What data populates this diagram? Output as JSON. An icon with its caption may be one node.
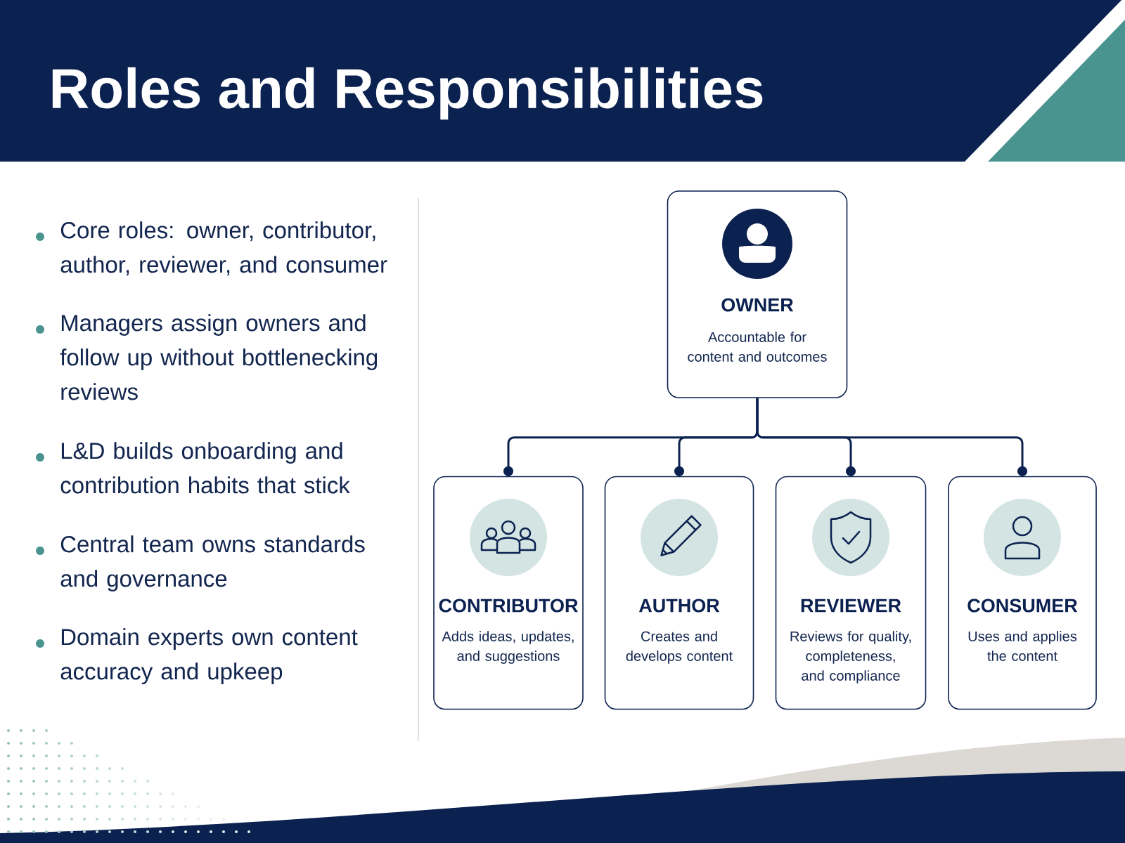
{
  "diagram": {
    "title": "Roles and Responsibilities",
    "nodes": [
      {
        "text": [
          "OWNER",
          "Accountable for content and outcomes"
        ]
      },
      {
        "text": [
          "CONTRIBUTOR",
          "Adds ideas, updates, and suggestions"
        ]
      },
      {
        "text": [
          "AUTHOR",
          "Creates and develops content"
        ]
      },
      {
        "text": [
          "REVIEWER",
          "Reviews for quality, completeness, and compliance"
        ]
      },
      {
        "text": [
          "CONSUMER",
          "Uses and applies the content"
        ]
      }
    ],
    "edges": [
      {
        "from": 0,
        "to": 1,
        "arrow": "other"
      },
      {
        "from": 0,
        "to": 2,
        "arrow": "other"
      },
      {
        "from": 0,
        "to": 3,
        "arrow": "other"
      },
      {
        "from": 0,
        "to": 4,
        "arrow": "other"
      }
    ],
    "labels": [
      "Core roles: owner, contributor, author, reviewer, and consumer",
      "Managers assign owners and follow up without bottlenecking reviews",
      "L&D builds onboarding and contribution habits that stick",
      "Central team owns standards and governance",
      "Domain experts own content accuracy and upkeep"
    ]
  }
}
